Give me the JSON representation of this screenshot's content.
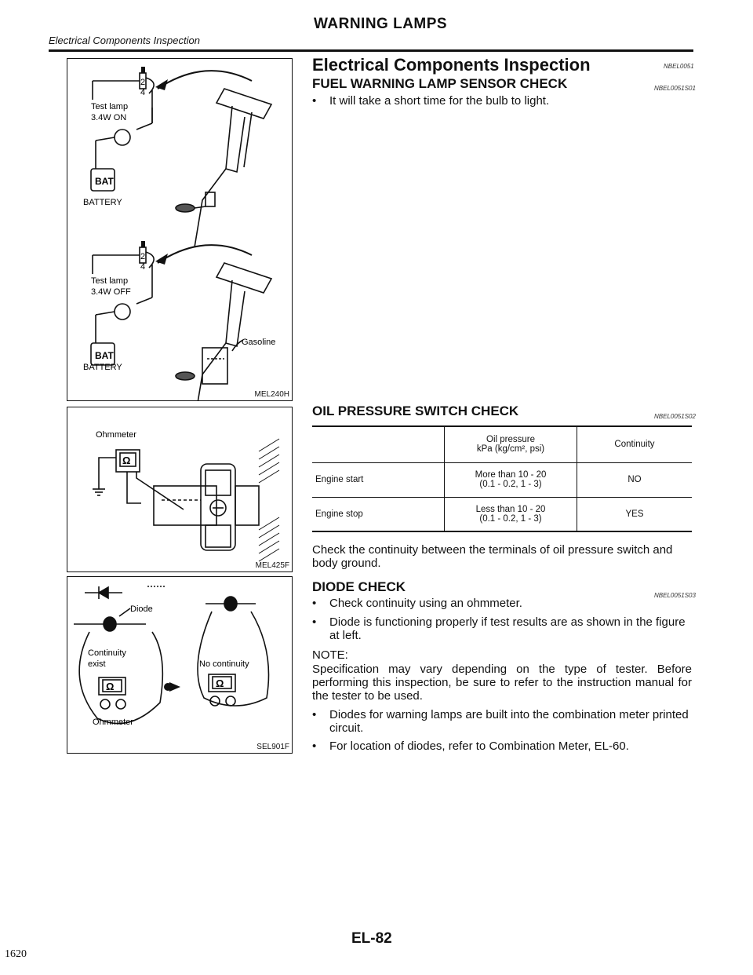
{
  "header": {
    "section_label": "Electrical Components Inspection",
    "page_title": "WARNING LAMPS"
  },
  "main": {
    "section_title": "Electrical Components Inspection",
    "section_code": "NBEL0051",
    "fuel": {
      "title": "FUEL WARNING LAMP SENSOR CHECK",
      "code": "NBEL0051S01",
      "bullets": [
        "It will take a short time for the bulb to light."
      ]
    },
    "oil": {
      "title": "OIL PRESSURE SWITCH CHECK",
      "code": "NBEL0051S02",
      "table": {
        "header": {
          "col1": "",
          "col2_line1": "Oil pressure",
          "col2_line2": "kPa (kg/cm²,  psi)",
          "col3": "Continuity"
        },
        "rows": [
          {
            "label": "Engine start",
            "pressure_line1": "More than 10 - 20",
            "pressure_line2": "(0.1 - 0.2, 1 - 3)",
            "continuity": "NO"
          },
          {
            "label": "Engine stop",
            "pressure_line1": "Less than 10 - 20",
            "pressure_line2": "(0.1 - 0.2, 1 - 3)",
            "continuity": "YES"
          }
        ]
      },
      "note": "Check the continuity between the terminals of oil pressure switch and body ground."
    },
    "diode": {
      "title": "DIODE CHECK",
      "code": "NBEL0051S03",
      "bullets": [
        "Check continuity using an ohmmeter.",
        "Diode is functioning properly if test results are as shown in the figure at left."
      ],
      "note_label": "NOTE:",
      "note_text": "Specification may vary depending on the type of tester. Before performing this inspection, be sure to refer to the instruction manual for the tester to be used.",
      "bullets2": [
        "Diodes for warning lamps are built into the combination meter printed circuit.",
        "For location of diodes, refer to Combination Meter, EL-60."
      ]
    }
  },
  "figures": {
    "fig1": {
      "id": "MEL240H",
      "top": {
        "terminal_a": "2",
        "terminal_b": "4",
        "lamp_label1": "Test lamp",
        "lamp_label2": "3.4W ON",
        "battery_box": "BAT",
        "battery_label": "BATTERY"
      },
      "bottom": {
        "terminal_a": "2",
        "terminal_b": "4",
        "lamp_label1": "Test lamp",
        "lamp_label2": "3.4W OFF",
        "battery_box": "BAT",
        "battery_label": "BATTERY",
        "fuel_label": "Gasoline"
      }
    },
    "fig2": {
      "id": "MEL425F",
      "meter_label": "Ohmmeter",
      "meter_symbol": "Ω"
    },
    "fig3": {
      "id": "SEL901F",
      "diode_label": "Diode",
      "left_label1": "Continuity",
      "left_label2": "exist",
      "right_label": "No continuity",
      "meter_label": "Ohmmeter",
      "meter_symbol": "Ω"
    }
  },
  "footer": {
    "page_number": "EL-82",
    "sheet_number": "1620"
  }
}
